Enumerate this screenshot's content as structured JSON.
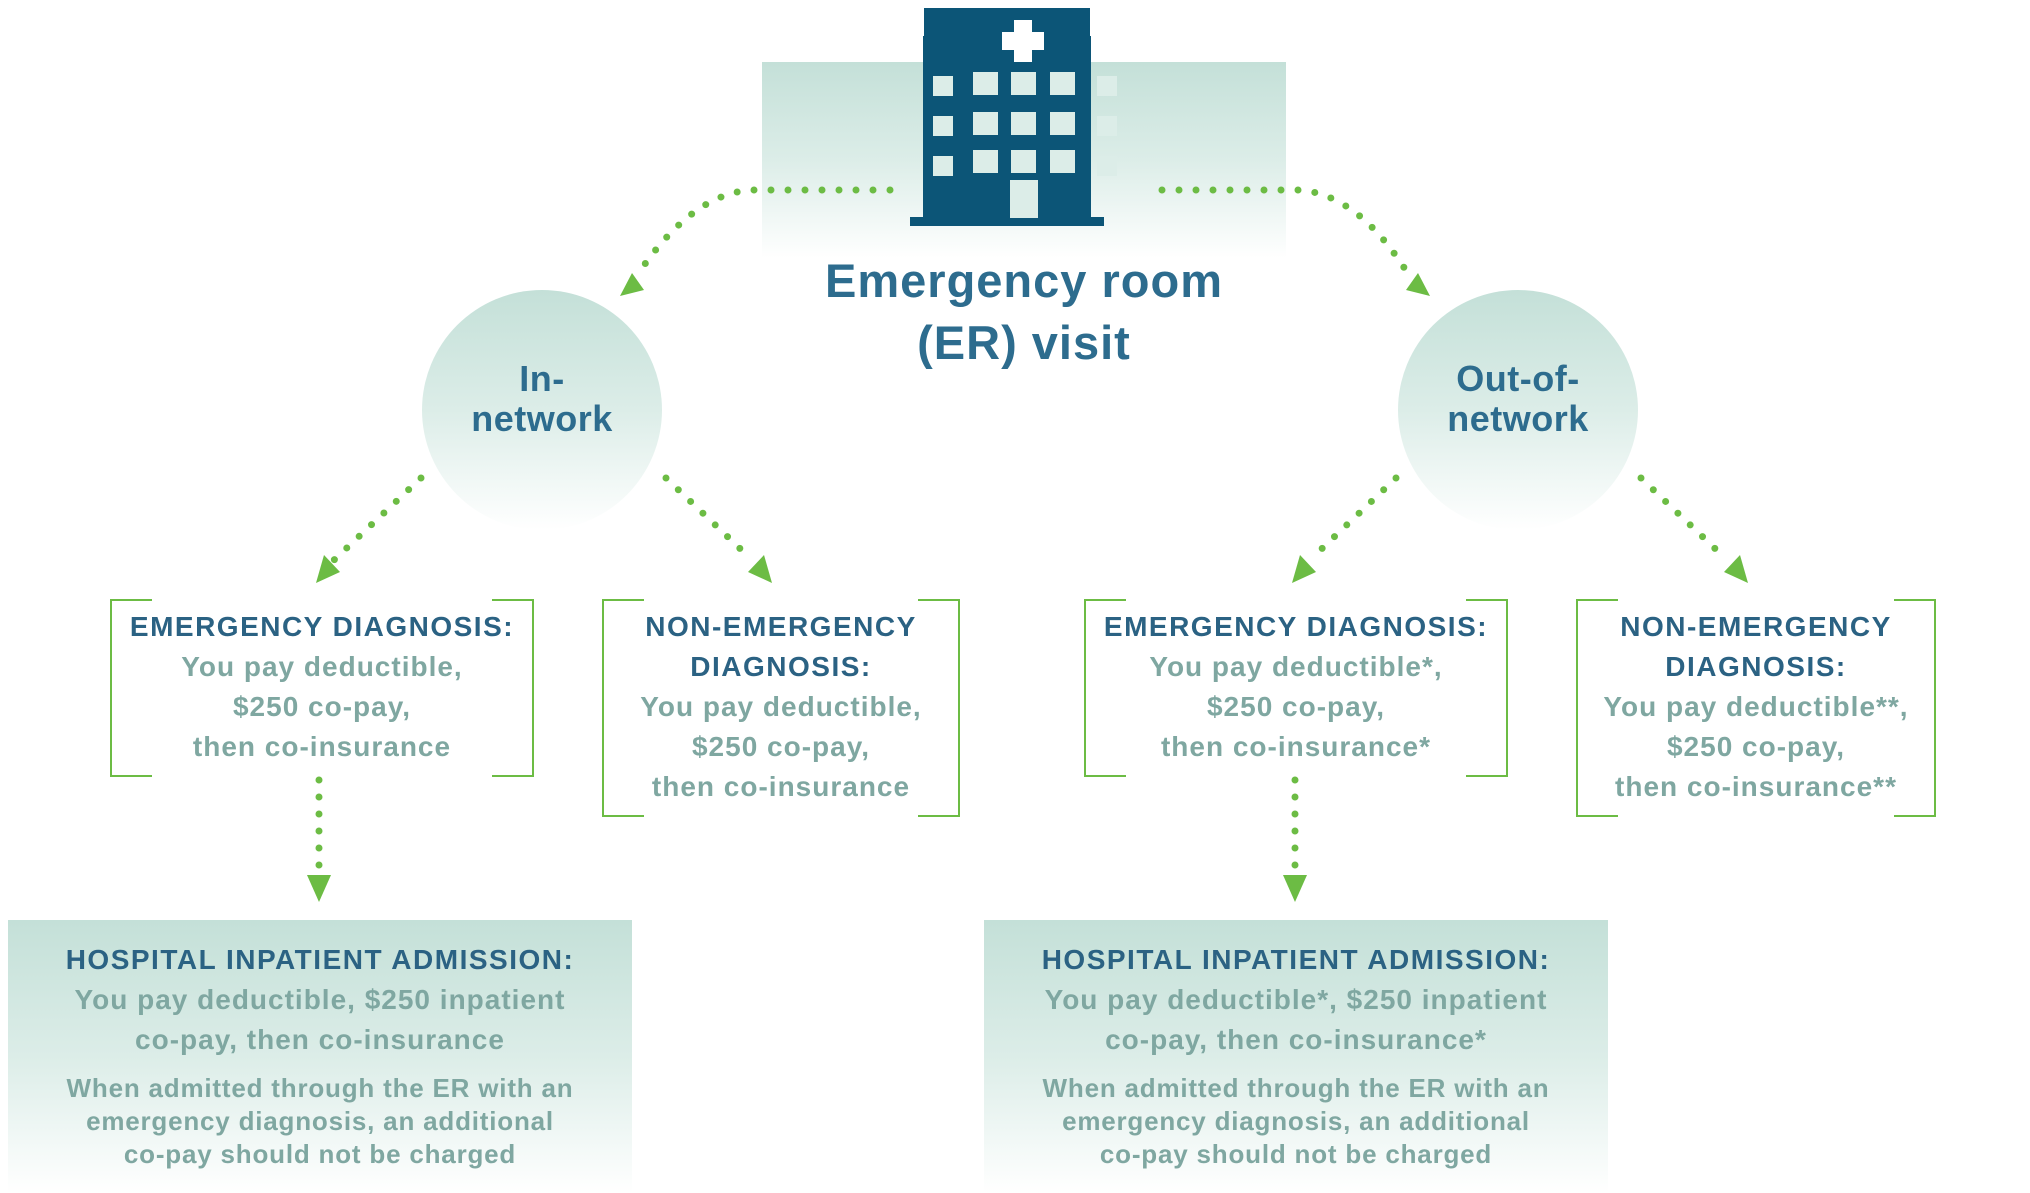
{
  "title_lines": [
    "Emergency room",
    "(ER) visit"
  ],
  "in_network": {
    "lines": [
      "In-",
      "network"
    ]
  },
  "out_network": {
    "lines": [
      "Out-of-",
      "network"
    ]
  },
  "in_emergency": {
    "heading": [
      "EMERGENCY DIAGNOSIS:"
    ],
    "body": [
      "You pay deductible,",
      "$250 co-pay,",
      "then co-insurance"
    ]
  },
  "in_nonemergency": {
    "heading": [
      "NON-EMERGENCY",
      "DIAGNOSIS:"
    ],
    "body": [
      "You pay deductible,",
      "$250 co-pay,",
      "then co-insurance"
    ]
  },
  "out_emergency": {
    "heading": [
      "EMERGENCY DIAGNOSIS:"
    ],
    "body": [
      "You pay deductible*,",
      "$250 co-pay,",
      "then co-insurance*"
    ]
  },
  "out_nonemergency": {
    "heading": [
      "NON-EMERGENCY",
      "DIAGNOSIS:"
    ],
    "body": [
      "You pay deductible**,",
      "$250 co-pay,",
      "then co-insurance**"
    ]
  },
  "in_admission": {
    "heading": "HOSPITAL INPATIENT ADMISSION:",
    "body": [
      "You pay deductible, $250 inpatient",
      "co-pay, then co-insurance"
    ],
    "note": [
      "When admitted through the ER with an",
      "emergency diagnosis, an additional",
      "co-pay should not be charged"
    ]
  },
  "out_admission": {
    "heading": "HOSPITAL INPATIENT ADMISSION:",
    "body": [
      "You pay deductible*, $250 inpatient",
      "co-pay, then co-insurance*"
    ],
    "note": [
      "When admitted through the ER with an",
      "emergency diagnosis, an additional",
      "co-pay should not be charged"
    ]
  },
  "colors": {
    "arrow": "#6cbc44",
    "building": "#0c5577",
    "heading": "#2b6283",
    "body": "#7fa7a1",
    "panel": "#c4e0d8"
  },
  "icons": {
    "building": "hospital-building-icon",
    "cross": "medical-cross-icon"
  }
}
